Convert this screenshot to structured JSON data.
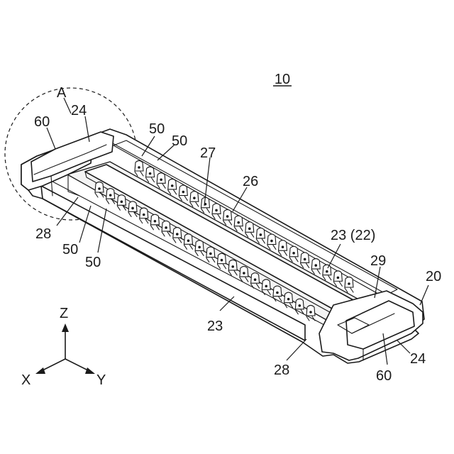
{
  "figure_number": "10",
  "detail_label": "A",
  "part_labels": {
    "housing": "20",
    "base": "22",
    "side_wall": "23",
    "side_wall_with_base": "23 (22)",
    "end_wall": "24",
    "center_ridge": "26",
    "slot": "27",
    "shield_slot": "28",
    "end_slot": "29",
    "terminal": "50",
    "reinforcing_metal": "60"
  },
  "axes": {
    "z": "Z",
    "x": "X",
    "y": "Y"
  },
  "colors": {
    "line": "#1a1a1a",
    "background": "#ffffff"
  }
}
